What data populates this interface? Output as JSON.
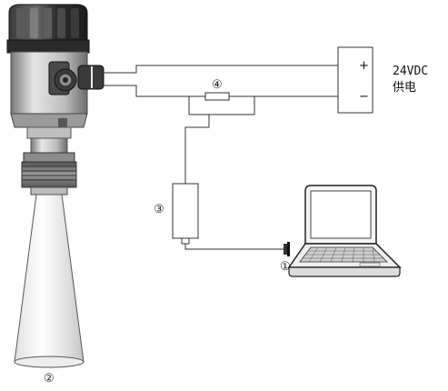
{
  "power_supply": {
    "voltage_label": "24VDC",
    "supply_label": "供电",
    "positive_symbol": "+",
    "negative_symbol": "−"
  },
  "callouts": {
    "usb_plug": "①",
    "horn_antenna": "②",
    "hart_modem": "③",
    "resistor": "④"
  },
  "colors": {
    "line": "#333333",
    "housing_dark": "#2b2b2b",
    "metal_light": "#d9d9d9",
    "metal_mid": "#a8a8a8"
  }
}
